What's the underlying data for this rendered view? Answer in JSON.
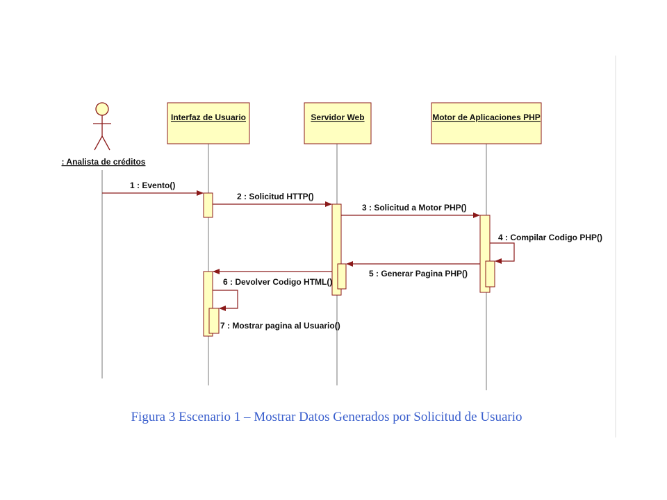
{
  "diagram": {
    "actor": {
      "label": ": Analista de créditos"
    },
    "objects": [
      {
        "id": "ui",
        "label": "Interfaz de Usuario"
      },
      {
        "id": "web",
        "label": "Servidor Web"
      },
      {
        "id": "php",
        "label": "Motor de Aplicaciones PHP"
      }
    ],
    "messages": [
      {
        "label": "1 : Evento()"
      },
      {
        "label": "2 : Solicitud HTTP()"
      },
      {
        "label": "3 : Solicitud a Motor PHP()"
      },
      {
        "label": "4 : Compilar Codigo PHP()"
      },
      {
        "label": "5 : Generar Pagina PHP()"
      },
      {
        "label": "6 : Devolver Codigo HTML()"
      },
      {
        "label": "7 : Mostrar pagina al Usuario()"
      }
    ],
    "colors": {
      "box_fill": "#ffffc0",
      "box_stroke": "#8b1a1a",
      "arrow": "#8b1a1a",
      "lifeline": "#777777"
    }
  },
  "caption": "Figura 3  Escenario 1 – Mostrar Datos Generados por Solicitud de Usuario"
}
